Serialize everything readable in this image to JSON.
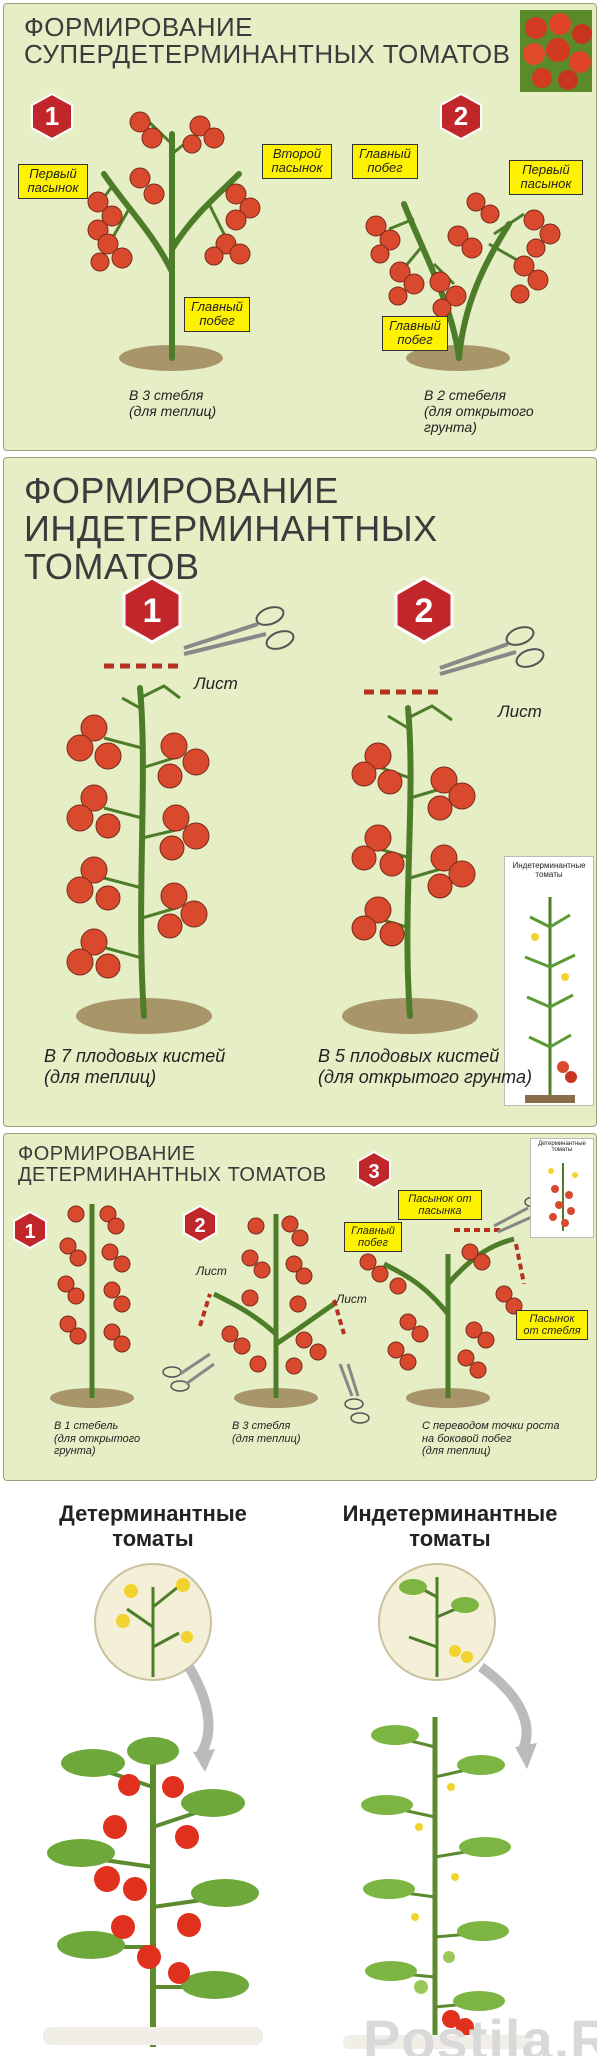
{
  "panel1": {
    "title_line1": "ФОРМИРОВАНИЕ",
    "title_line2": "СУПЕРДЕТЕРМИНАНТНЫХ ТОМАТОВ",
    "badge1": "1",
    "badge2": "2",
    "callout_first_side": "Первый пасынок",
    "callout_second_side": "Второй пасынок",
    "callout_main_1": "Главный побег",
    "callout_main_top_2": "Главный побег",
    "callout_first_side_2": "Первый пасынок",
    "callout_main_2": "Главный побег",
    "caption1_line1": "В 3 стебля",
    "caption1_line2": "(для теплиц)",
    "caption2_line1": "В 2 стебеля",
    "caption2_line2": "(для открытого",
    "caption2_line3": "грунта)"
  },
  "panel2": {
    "title_line1": "ФОРМИРОВАНИЕ",
    "title_line2": "ИНДЕТЕРМИНАНТНЫХ ТОМАТОВ",
    "badge1": "1",
    "badge2": "2",
    "leaf1": "Лист",
    "leaf2": "Лист",
    "thumb_title": "Индетерминантные томаты",
    "caption1_line1": "В 7 плодовых кистей",
    "caption1_line2": "(для теплиц)",
    "caption2_line1": "В 5 плодовых кистей",
    "caption2_line2": "(для открытого грунта)"
  },
  "panel3": {
    "title_line1": "ФОРМИРОВАНИЕ",
    "title_line2": "ДЕТЕРМИНАНТНЫХ ТОМАТОВ",
    "badge1": "1",
    "badge2": "2",
    "badge3": "3",
    "leaf1": "Лист",
    "leaf2": "Лист",
    "callout_main": "Главный побег",
    "callout_side_from_side": "Пасынок от пасынка",
    "callout_side_from_stem": "Пасынок от стебля",
    "thumb_title": "Детерминантные томаты",
    "caption1_line1": "В 1 стебель",
    "caption1_line2": "(для открытого",
    "caption1_line3": "грунта)",
    "caption2_line1": "В 3 стебля",
    "caption2_line2": "(для теплиц)",
    "caption3_line1": "С переводом точки роста",
    "caption3_line2": "на боковой побег",
    "caption3_line3": "(для теплиц)"
  },
  "panel4": {
    "left_title_line1": "Детерминантные",
    "left_title_line2": "томаты",
    "right_title_line1": "Индетерминантные",
    "right_title_line2": "томаты",
    "watermark": "Postila.Ru"
  },
  "colors": {
    "panel_bg": "#e6eec6",
    "stem": "#4e7d2a",
    "tomato": "#d9492e",
    "badge": "#c0262a",
    "callout": "#fff200",
    "soil": "#a8956a",
    "cut_line": "#b5321f"
  },
  "icons": [
    "tomato-photo-icon",
    "scissors-icon",
    "hexagon-badge-icon"
  ]
}
